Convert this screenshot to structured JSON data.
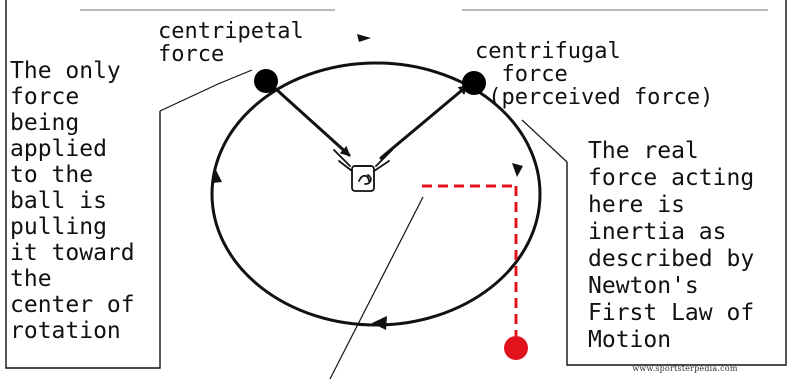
{
  "labels": {
    "centripetal": "centripetal\nforce",
    "centrifugal": "centrifugal\n  force\n (perceived force)",
    "left_note": "The only\nforce\nbeing\napplied\nto the\nball is\npulling\nit toward\nthe\ncenter of\nrotation",
    "right_note": "The real\nforce acting\nhere is\ninertia as\ndescribed by\nNewton's\nFirst Law of\nMotion"
  },
  "watermark": "www.sportsterpedia.com",
  "colors": {
    "ink": "#111111",
    "ball_black": "#000000",
    "ball_red": "#e3131b",
    "dashed_red": "#e3131b",
    "background": "#ffffff"
  }
}
